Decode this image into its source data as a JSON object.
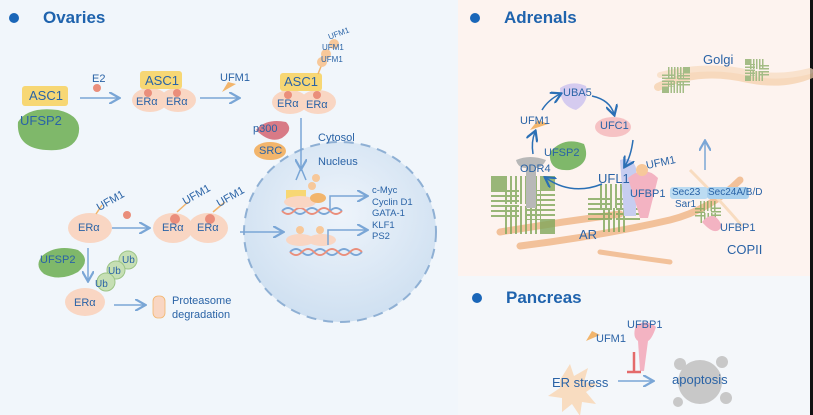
{
  "panels": {
    "ovaries": {
      "title": "Ovaries",
      "labels": {
        "asc1_a": "ASC1",
        "ufsp2_a": "UFSP2",
        "e2": "E2",
        "asc1_b": "ASC1",
        "era_b1": "ERα",
        "era_b2": "ERα",
        "ufm1_c": "UFM1",
        "asc1_c": "ASC1",
        "era_c1": "ERα",
        "era_c2": "ERα",
        "ufm1_c1": "UFM1",
        "ufm1_c2": "UFM1",
        "ufm1_c3": "UFM1",
        "p300": "p300",
        "src": "SRC",
        "cytosol": "Cytosol",
        "nucleus": "Nucleus",
        "era_d": "ERα",
        "ufm1_d": "UFM1",
        "era_e1": "ERα",
        "era_e2": "ERα",
        "ufm1_e1": "UFM1",
        "ufm1_e2": "UFM1",
        "ufsp2_f": "UFSP2",
        "ub1": "Ub",
        "ub2": "Ub",
        "ub3": "Ub",
        "era_g": "ERα",
        "proteasome_1": "Proteasome",
        "proteasome_2": "degradation"
      },
      "target_genes": [
        "c-Myc",
        "Cyclin D1",
        "GATA-1",
        "KLF1",
        "PS2"
      ]
    },
    "adrenals": {
      "title": "Adrenals",
      "labels": {
        "golgi": "Golgi",
        "uba5": "UBA5",
        "ufm1": "UFM1",
        "ufc1": "UFC1",
        "ufsp2": "UFSP2",
        "odr4": "ODR4",
        "ufl1": "UFL1",
        "ufm1_b": "UFM1",
        "ufbp1": "UFBP1",
        "sec23": "Sec23",
        "sec24": "Sec24A/B/D",
        "sar1": "Sar1",
        "ufbp1_b": "UFBP1",
        "copii": "COPII",
        "ar": "AR"
      }
    },
    "pancreas": {
      "title": "Pancreas",
      "labels": {
        "ufbp1": "UFBP1",
        "ufm1": "UFM1",
        "er_stress": "ER stress",
        "apoptosis": "apoptosis"
      }
    }
  },
  "colors": {
    "heading": "#1f63ad",
    "label": "#2a63a6",
    "arrow": "#7aa6d6",
    "asc1": "#f7d774",
    "era": "#f9d6c3",
    "ufsp2": "#7fb86a",
    "inhibit": "#e46a6a"
  }
}
